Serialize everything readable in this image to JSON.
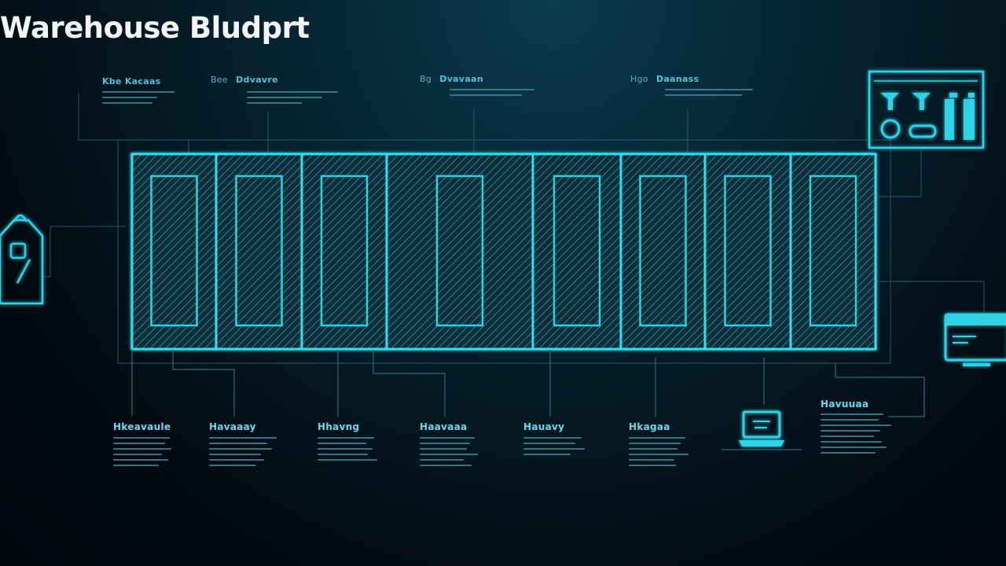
{
  "title": "Warehouse Bludprt",
  "colors": {
    "accent": "#29d7ea",
    "accent_dim": "#1a8ea0",
    "label": "#4fc3dc",
    "text": "#f2f6f8"
  },
  "icons": [
    "padlock-tag-icon",
    "tools-panel-icon",
    "monitor-icon",
    "laptop-icon"
  ],
  "top_labels": [
    {
      "icon": "",
      "text": "Kbe Kacaas"
    },
    {
      "icon": "Bee",
      "text": "Ddvavre"
    },
    {
      "icon": "Bg",
      "text": "Dvavaan"
    },
    {
      "icon": "Hgo",
      "text": "Daanass"
    }
  ],
  "bottom_labels": [
    {
      "text": "Hkeavaule"
    },
    {
      "text": "Havaaay"
    },
    {
      "text": "Hhavng"
    },
    {
      "text": "Haavaaa"
    },
    {
      "text": "Hauavy"
    },
    {
      "text": "Hkagaa"
    },
    {
      "text": "Havuuaa"
    }
  ]
}
